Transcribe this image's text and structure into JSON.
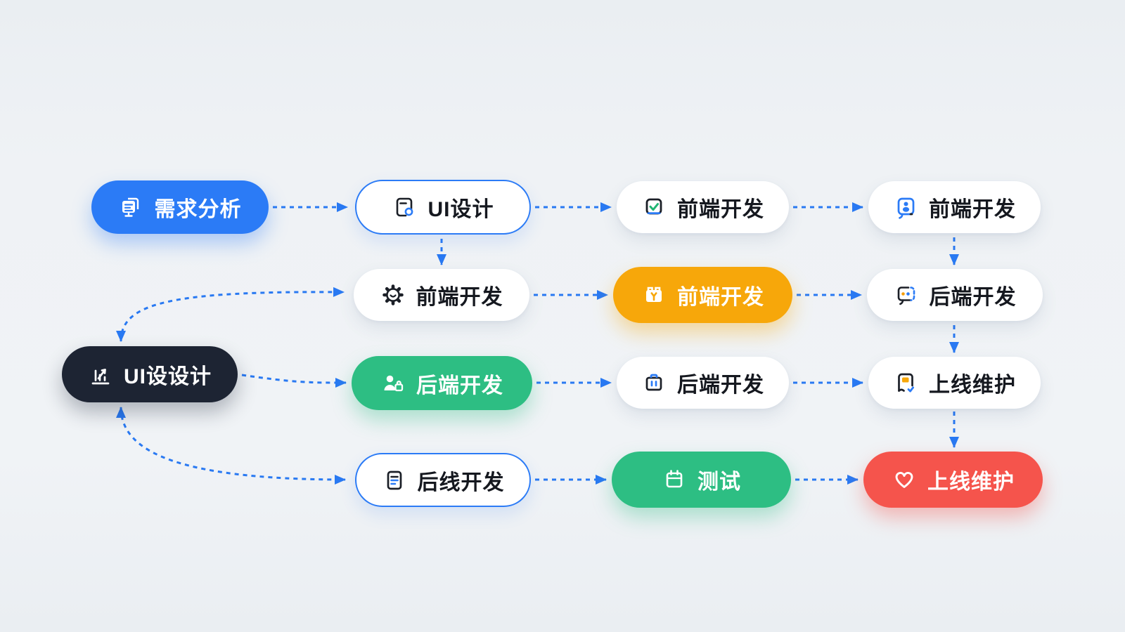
{
  "diagram_title": "",
  "palette": {
    "blue": "#2B7BF6",
    "dark": "#1D2433",
    "green": "#2DBE83",
    "orange": "#F7A70A",
    "red": "#F5544C",
    "arrow": "#2979F2",
    "bg": "#EDF1F4",
    "ink": "#15181F"
  },
  "nodes": [
    {
      "id": "n1",
      "label": "需求分析",
      "icon": "document-chat-icon",
      "variant": "blue"
    },
    {
      "id": "n2",
      "label": "UI设计",
      "icon": "design-doc-pin-icon",
      "variant": "white-outlined"
    },
    {
      "id": "n3",
      "label": "前端开发",
      "icon": "checkbox-check-icon",
      "variant": "white"
    },
    {
      "id": "n4",
      "label": "前端开发",
      "icon": "user-chat-icon",
      "variant": "white"
    },
    {
      "id": "n5",
      "label": "前端开发",
      "icon": "gear-icon",
      "variant": "white"
    },
    {
      "id": "n6",
      "label": "前端开发",
      "icon": "toolbox-icon",
      "variant": "orange"
    },
    {
      "id": "n7",
      "label": "后端开发",
      "icon": "chat-dots-icon",
      "variant": "white"
    },
    {
      "id": "n8",
      "label": "UI设设计",
      "icon": "bar-chart-icon",
      "variant": "dark"
    },
    {
      "id": "n9",
      "label": "后端开发",
      "icon": "user-lock-icon",
      "variant": "green"
    },
    {
      "id": "n10",
      "label": "后端开发",
      "icon": "briefcase-icon",
      "variant": "white"
    },
    {
      "id": "n11",
      "label": "上线维护",
      "icon": "bookmark-photo-icon",
      "variant": "white"
    },
    {
      "id": "n12",
      "label": "后线开发",
      "icon": "document-lines-icon",
      "variant": "white-outlined"
    },
    {
      "id": "n13",
      "label": "测试",
      "icon": "calendar-icon",
      "variant": "green"
    },
    {
      "id": "n14",
      "label": "上线维护",
      "icon": "heart-icon",
      "variant": "red"
    }
  ],
  "edges": [
    {
      "from": "n1",
      "to": "n2",
      "style": "dashed-arrow"
    },
    {
      "from": "n2",
      "to": "n3",
      "style": "dashed-arrow"
    },
    {
      "from": "n3",
      "to": "n4",
      "style": "dashed-arrow"
    },
    {
      "from": "n2",
      "to": "n5",
      "style": "dashed-arrow"
    },
    {
      "from": "n5",
      "to": "n6",
      "style": "dashed-arrow"
    },
    {
      "from": "n6",
      "to": "n7",
      "style": "dashed-arrow"
    },
    {
      "from": "n4",
      "to": "n7",
      "style": "dashed-arrow"
    },
    {
      "from": "n8",
      "to": "n5",
      "style": "dashed-arrow-both-ends"
    },
    {
      "from": "n8",
      "to": "n9",
      "style": "dashed-arrow"
    },
    {
      "from": "n9",
      "to": "n10",
      "style": "dashed-arrow"
    },
    {
      "from": "n10",
      "to": "n11",
      "style": "dashed-arrow"
    },
    {
      "from": "n7",
      "to": "n11",
      "style": "dashed-arrow"
    },
    {
      "from": "n8",
      "to": "n12",
      "style": "dashed-arrow-both-ends"
    },
    {
      "from": "n12",
      "to": "n13",
      "style": "dashed-arrow"
    },
    {
      "from": "n13",
      "to": "n14",
      "style": "dashed-arrow"
    },
    {
      "from": "n11",
      "to": "n14",
      "style": "dashed-arrow"
    }
  ]
}
